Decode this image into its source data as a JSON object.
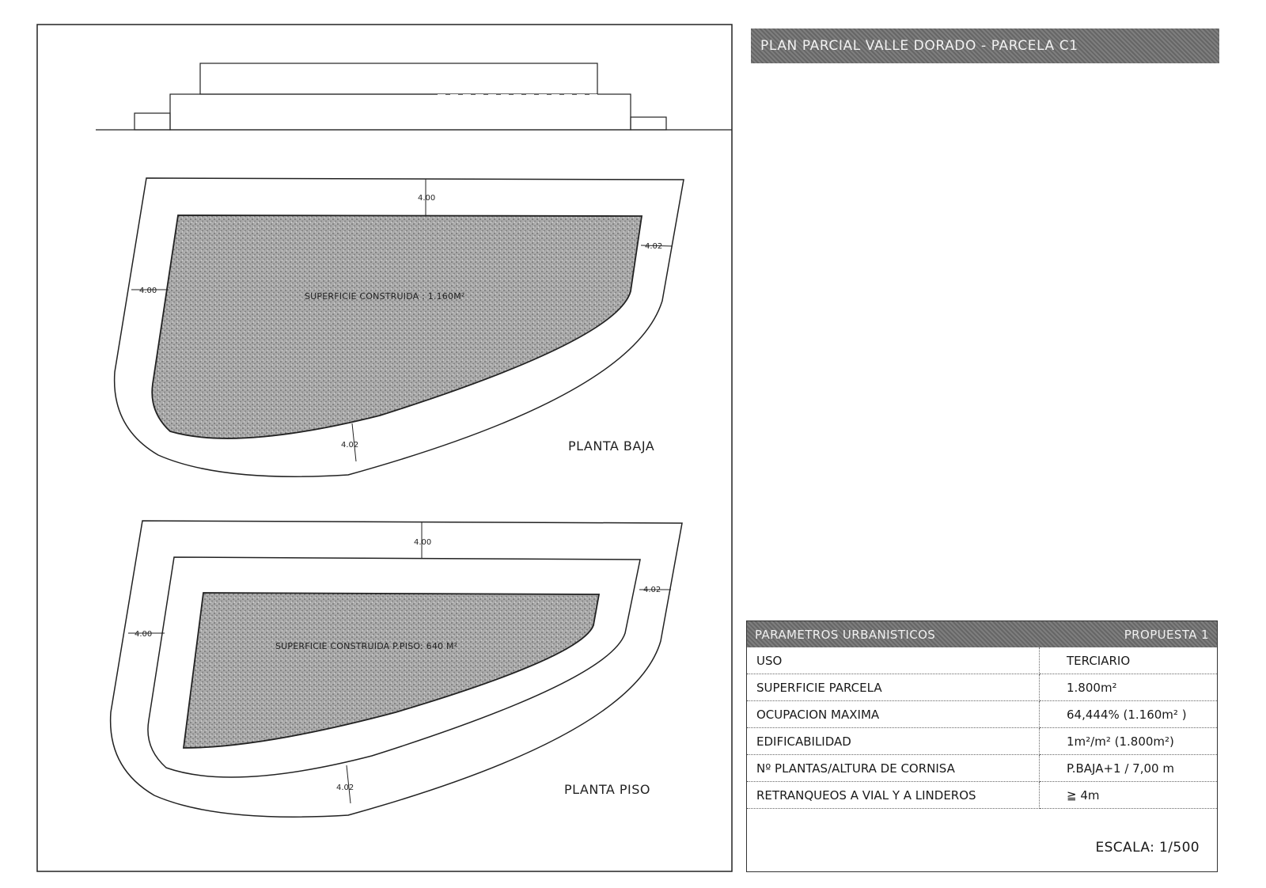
{
  "title_bar": "PLAN PARCIAL VALLE DORADO - PARCELA C1",
  "plans": {
    "ground": {
      "label": "PLANTA BAJA",
      "area_label": "SUPERFICIE CONSTRUIDA : 1.160M²",
      "dims": {
        "top": "4.00",
        "left": "4.00",
        "right": "4.02",
        "bottom": "4.02"
      }
    },
    "upper": {
      "label": "PLANTA PISO",
      "area_label": "SUPERFICIE CONSTRUIDA P.PISO: 640 M²",
      "dims": {
        "top": "4.00",
        "left": "4.00",
        "right": "4.02",
        "bottom": "4.02"
      }
    }
  },
  "parameters": {
    "header_left": "PARAMETROS URBANISTICOS",
    "header_right": "PROPUESTA 1",
    "rows": [
      {
        "label": "USO",
        "value": "TERCIARIO"
      },
      {
        "label": "SUPERFICIE PARCELA",
        "value": "1.800m²"
      },
      {
        "label": "OCUPACION MAXIMA",
        "value": "64,444% (1.160m² )"
      },
      {
        "label": "EDIFICABILIDAD",
        "value": "1m²/m²  (1.800m²)"
      },
      {
        "label": "Nº PLANTAS/ALTURA DE CORNISA",
        "value": "P.BAJA+1 / 7,00 m"
      },
      {
        "label": "RETRANQUEOS A VIAL Y A LINDEROS",
        "value": "≧ 4m"
      }
    ],
    "scale": "ESCALA: 1/500"
  },
  "colors": {
    "hatch_fill": "#9a9a9a",
    "header_bg": "#6f6f6f",
    "line": "#1a1a1a"
  }
}
